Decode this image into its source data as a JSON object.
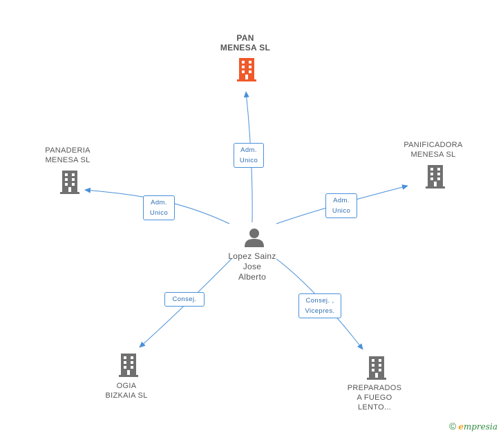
{
  "center": {
    "name_lines": [
      "Lopez Sainz",
      "Jose",
      "Alberto"
    ],
    "icon": "person-icon"
  },
  "companies": {
    "pan_menesa": {
      "lines": [
        "PAN",
        "MENESA SL"
      ],
      "icon": "building-icon",
      "color": "#f0592a",
      "highlighted": true
    },
    "panaderia": {
      "lines": [
        "PANADERIA",
        "MENESA SL"
      ],
      "icon": "building-icon",
      "color": "#707070"
    },
    "panificadora": {
      "lines": [
        "PANIFICADORA",
        "MENESA SL"
      ],
      "icon": "building-icon",
      "color": "#707070"
    },
    "ogia": {
      "lines": [
        "OGIA",
        "BIZKAIA SL"
      ],
      "icon": "building-icon",
      "color": "#707070"
    },
    "preparados": {
      "lines": [
        "PREPARADOS",
        "A FUEGO",
        "LENTO..."
      ],
      "icon": "building-icon",
      "color": "#707070"
    }
  },
  "relations": {
    "pan_menesa": [
      "Adm.",
      "Unico"
    ],
    "panaderia": [
      "Adm.",
      "Unico"
    ],
    "panificadora": [
      "Adm.",
      "Unico"
    ],
    "ogia": [
      "Consej."
    ],
    "preparados": [
      "Consej. ,",
      "Vicepres."
    ]
  },
  "colors": {
    "edge": "#4a90d9",
    "label_text": "#2f6fb4"
  },
  "footer": {
    "copyright": "©",
    "brand_initial": "e",
    "brand_rest": "mpresia"
  }
}
